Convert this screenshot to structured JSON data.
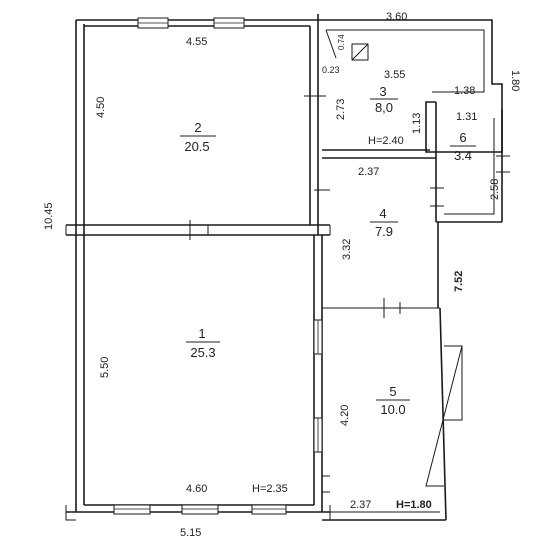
{
  "rooms": [
    {
      "number": "1",
      "area": "25.3"
    },
    {
      "number": "2",
      "area": "20.5"
    },
    {
      "number": "3",
      "area": "8,0"
    },
    {
      "number": "4",
      "area": "7.9"
    },
    {
      "number": "5",
      "area": "10.0"
    },
    {
      "number": "6",
      "area": "3.4"
    }
  ],
  "dimensions": {
    "top_left_width": "4.55",
    "top_right_width": "3.60",
    "right_top_height": "1.80",
    "room3_width": "3.55",
    "room3_small_a": "0.74",
    "room3_small_b": "0.23",
    "room3_step_width": "1.38",
    "room3_step_height": "1.13",
    "room3_height": "2.73",
    "room3_ceiling": "H=2.40",
    "room6_width": "1.31",
    "room6_height": "2.58",
    "room4_width": "2.37",
    "room4_height": "3.32",
    "room2_height": "4.50",
    "total_height": "10.45",
    "room1_height": "5.50",
    "room1_width": "4.60",
    "room1_ceiling": "H=2.35",
    "bottom_total_width": "5.15",
    "room5_height": "4.20",
    "right_total_height": "7.52",
    "room5_width": "2.37",
    "room5_ceiling": "H=1.80"
  }
}
